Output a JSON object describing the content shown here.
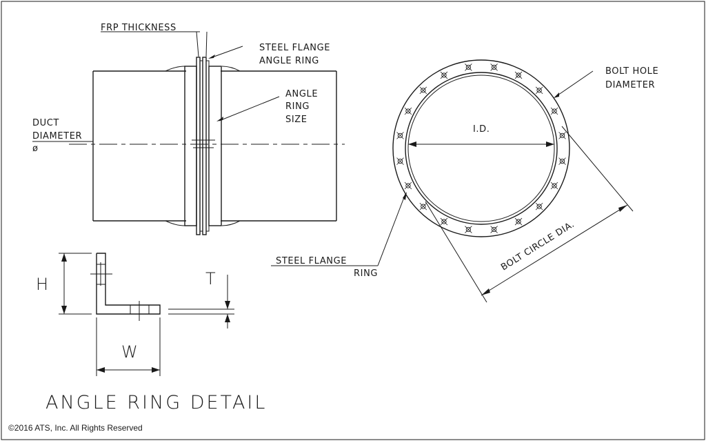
{
  "labels": {
    "frp_thickness": "FRP THICKNESS",
    "steel_flange_angle_ring_1": "STEEL FLANGE",
    "steel_flange_angle_ring_2": "ANGLE RING",
    "angle_ring_size_1": "ANGLE",
    "angle_ring_size_2": "RING",
    "angle_ring_size_3": "SIZE",
    "duct_diameter_1": "DUCT",
    "duct_diameter_2": "DIAMETER",
    "duct_diameter_3": "ø",
    "id": "I.D.",
    "bolt_hole_1": "BOLT HOLE",
    "bolt_hole_2": "DIAMETER",
    "bolt_circle": "BOLT CIRCLE DIA.",
    "steel_flange_ring_1": "STEEL FLANGE",
    "steel_flange_ring_2": "RING",
    "dim_h": "H",
    "dim_t": "T",
    "dim_w": "W",
    "detail_title": "ANGLE RING DETAIL",
    "copyright": "©2016 ATS, Inc. All Rights Reserved"
  },
  "bolt_hole_count": 20
}
